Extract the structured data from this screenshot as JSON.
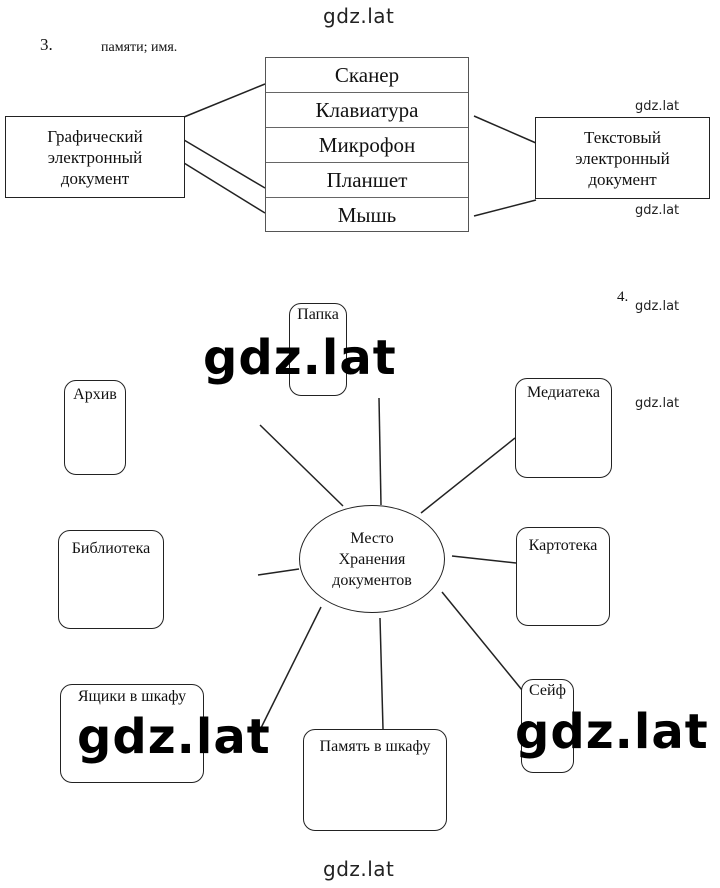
{
  "watermark": "gdz.lat",
  "task3": {
    "number": "3.",
    "answer": "памяти; имя.",
    "left_doc": [
      "Графический",
      "электронный",
      "документ"
    ],
    "right_doc": [
      "Текстовый",
      "электронный",
      "документ"
    ],
    "devices": [
      "Сканер",
      "Клавиатура",
      "Микрофон",
      "Планшет",
      "Мышь"
    ]
  },
  "task4": {
    "number": "4.",
    "center": [
      "Место",
      "Хранения",
      "документов"
    ],
    "places": {
      "folder": "Папка",
      "archive": "Архив",
      "media_library": "Медиатека",
      "library": "Библиотека",
      "card_index": "Картотека",
      "drawers": "Ящики в шкафу",
      "safe": "Сейф",
      "cabinet_memory": "Память в шкафу"
    }
  }
}
